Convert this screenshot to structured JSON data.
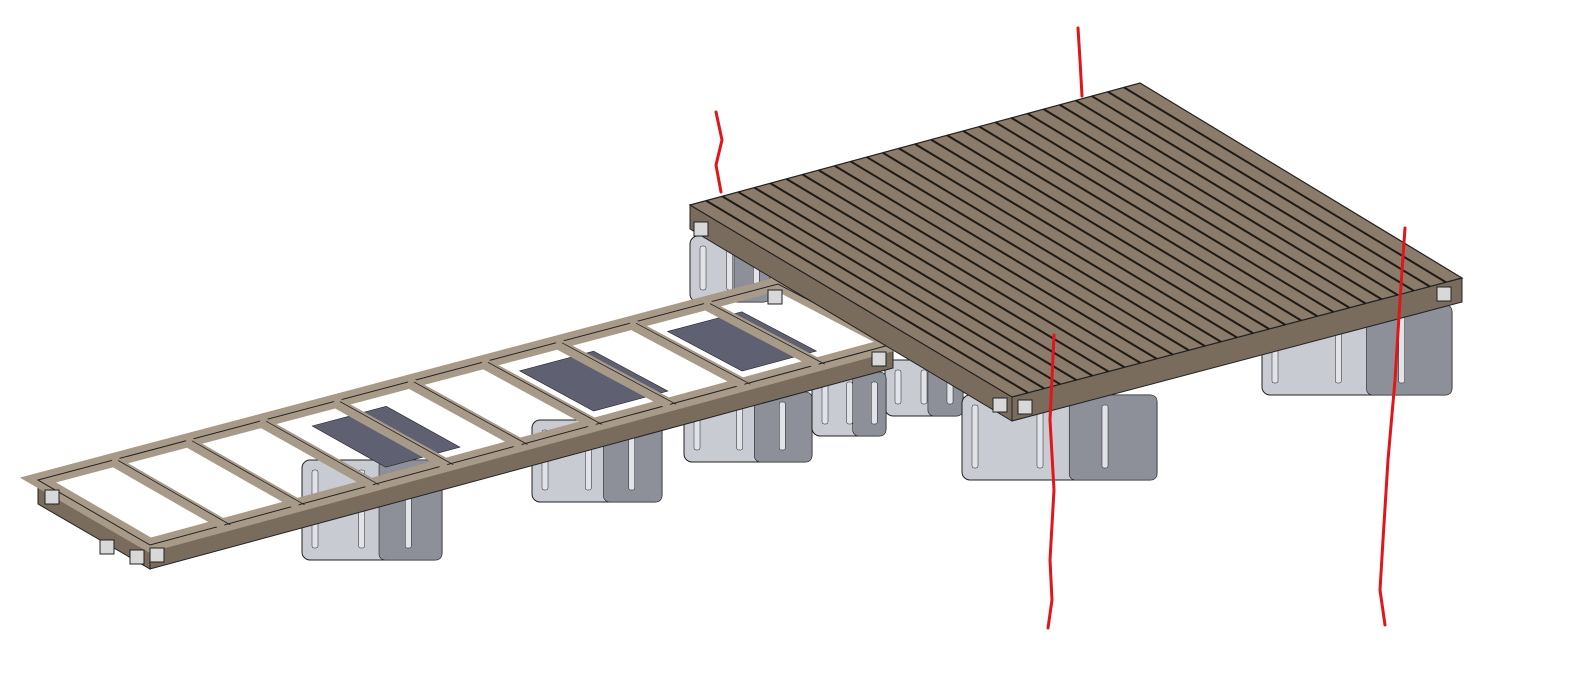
{
  "scene": {
    "subject": "floating-dock-cad-render",
    "deck_board_count": 28,
    "frame_crossbeam_count": 9
  },
  "colors": {
    "background": "#ffffff",
    "wood_top": "#8a7b6a",
    "wood_side": "#7a6c5c",
    "wood_light": "#a89a88",
    "board_gap": "#1e1a16",
    "float_light": "#c9cbd3",
    "float_dark": "#8d8f99",
    "float_top": "#5f6172",
    "annotation": "#e0161b",
    "outline": "#222222"
  }
}
